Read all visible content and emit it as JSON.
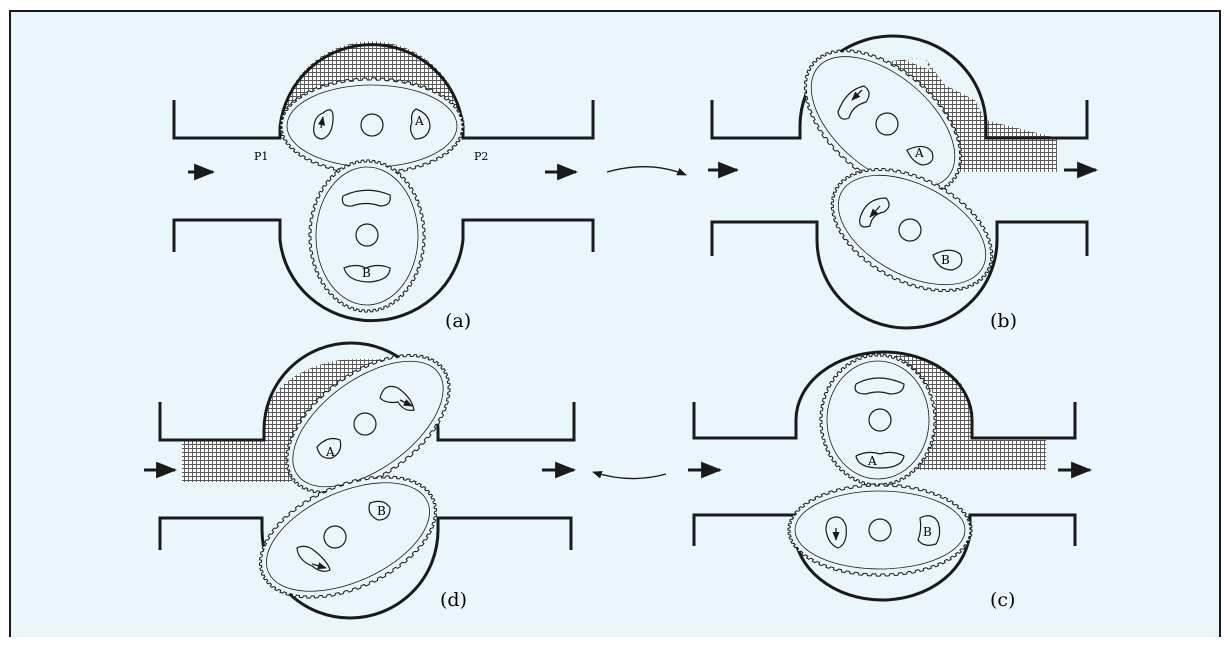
{
  "background_color": "#e9f6fc",
  "line_color": "#1a1a1a",
  "hatch_color": "#555555",
  "diagram": {
    "panels": [
      {
        "id": "a",
        "caption": "(a)",
        "rotor_a_label": "A",
        "rotor_b_label": "B",
        "port_left": "P1",
        "port_right": "P2"
      },
      {
        "id": "b",
        "caption": "(b)",
        "rotor_a_label": "A",
        "rotor_b_label": "B"
      },
      {
        "id": "c",
        "caption": "(c)",
        "rotor_a_label": "A",
        "rotor_b_label": "B"
      },
      {
        "id": "d",
        "caption": "(d)",
        "rotor_a_label": "A",
        "rotor_b_label": "B"
      }
    ],
    "flow_icon": "arrow-right-icon",
    "transition_icon": "curved-arrow-icon"
  }
}
